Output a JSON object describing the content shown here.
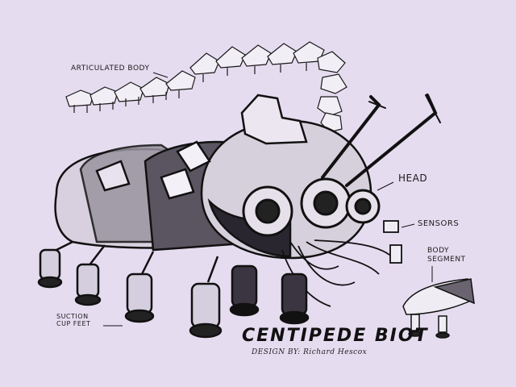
{
  "labels": {
    "articulated_body": "ARTICULATED BODY",
    "head": "HEAD",
    "sensors": "SENSORS",
    "body_segment": "BODY SEGMENT",
    "suction_cup_feet": "SUCTION CUP FEET"
  },
  "title": "CENTIPEDE BIOT",
  "credit": "DESIGN BY: Richard Hescox",
  "colors": {
    "paper": "#e6dcf0",
    "ink": "#1a1a1a"
  }
}
